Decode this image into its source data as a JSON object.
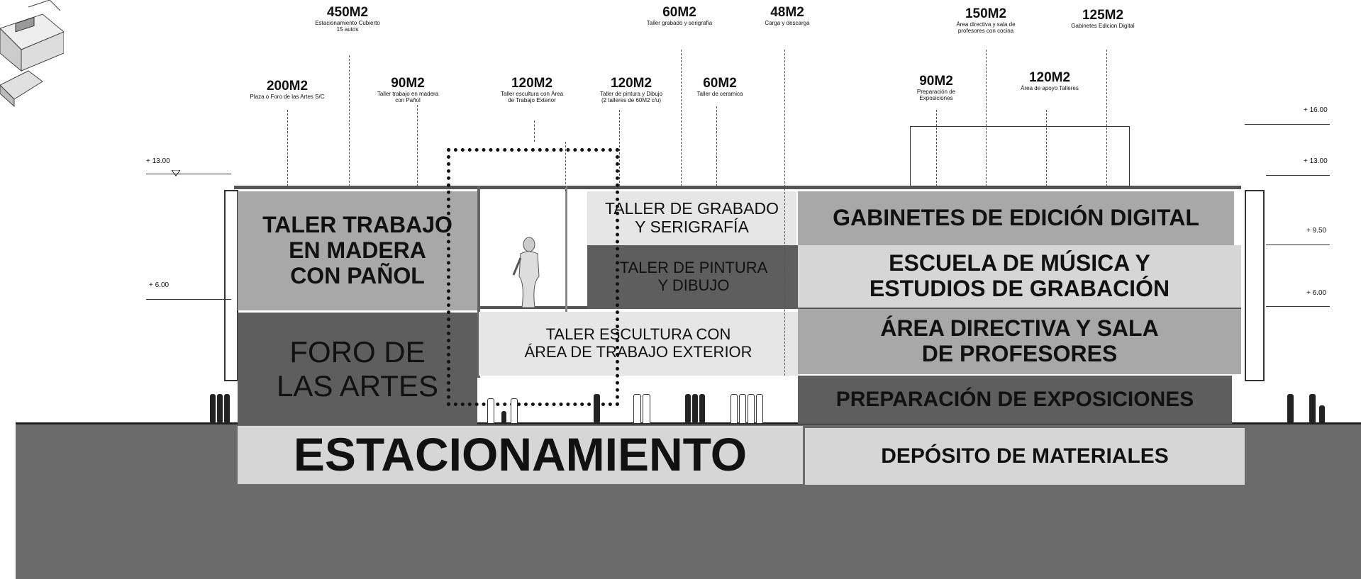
{
  "blocks": {
    "taller_madera": "TALER TRABAJO\nEN MADERA\nCON PAÑOL",
    "foro": "FORO DE\nLAS ARTES",
    "estacionamiento": "ESTACIONAMIENTO",
    "taller_grabado": "TALLER DE GRABADO\nY SERIGRAFÍA",
    "taller_pintura": "TALER DE PINTURA\nY DIBUJO",
    "taller_escultura": "TALER ESCULTURA CON\nÁREA DE TRABAJO EXTERIOR",
    "gabinetes": "GABINETES DE EDICIÓN DIGITAL",
    "escuela_musica": "ESCUELA DE MÚSICA Y\nESTUDIOS DE GRABACIÓN",
    "area_directiva": "ÁREA DIRECTIVA Y SALA\nDE PROFESORES",
    "preparacion": "PREPARACIÓN DE EXPOSICIONES",
    "deposito": "DEPÓSITO DE MATERIALES"
  },
  "callouts": {
    "c450": {
      "area": "450M2",
      "desc": "Estacionamiento Cubierto\n15 autos"
    },
    "c200": {
      "area": "200M2",
      "desc": "Plaza o Foro de las Artes S/C"
    },
    "c90a": {
      "area": "90M2",
      "desc": "Taller trabajo en madera\ncon Pañol"
    },
    "c120a": {
      "area": "120M2",
      "desc": "Taller escultura con Área\nde Trabajo Exterior"
    },
    "c120b": {
      "area": "120M2",
      "desc": "Taller de pintura y Dibujo\n(2 talleres de 60M2 c/u)"
    },
    "c60a": {
      "area": "60M2",
      "desc": "Taller grabado y serigrafía"
    },
    "c48": {
      "area": "48M2",
      "desc": "Carga y descarga"
    },
    "c60b": {
      "area": "60M2",
      "desc": "Taller de ceramica"
    },
    "c90b": {
      "area": "90M2",
      "desc": "Preparación de\nExposiciones"
    },
    "c150": {
      "area": "150M2",
      "desc": "Área directiva y sala de\nprofesores con cocina"
    },
    "c120c": {
      "area": "120M2",
      "desc": "Área de apoyo Talleres"
    },
    "c125": {
      "area": "125M2",
      "desc": "Gabinetes Edicion Digital"
    }
  },
  "levels": {
    "l13_left": "+ 13.00",
    "l6_left": "+ 6.00",
    "l16_right": "+ 16.00",
    "l13_right": "+ 13.00",
    "l95_right": "+ 9.50",
    "l6_right": "+ 6.00"
  },
  "colors": {
    "ground": "#6b6b6b",
    "light_block": "#d6d6d6",
    "mid_block": "#a8a8a8",
    "dark_block": "#5e5e5e"
  },
  "icons": {
    "statue": "statue-icon",
    "people": "people-silhouette-icon",
    "axonometric": "axonometric-thumbnail-icon"
  }
}
